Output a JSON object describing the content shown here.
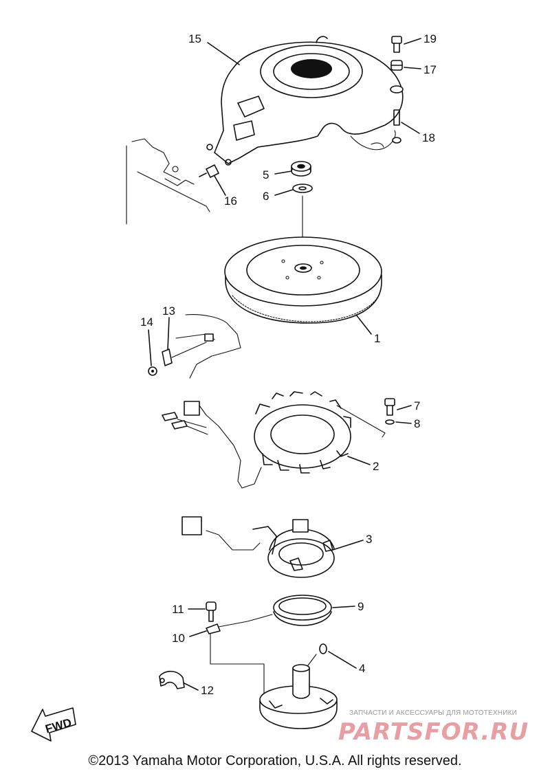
{
  "parts": [
    {
      "id": "p1",
      "label": "1"
    },
    {
      "id": "p2",
      "label": "2"
    },
    {
      "id": "p3",
      "label": "3"
    },
    {
      "id": "p4",
      "label": "4"
    },
    {
      "id": "p5",
      "label": "5"
    },
    {
      "id": "p6",
      "label": "6"
    },
    {
      "id": "p7",
      "label": "7"
    },
    {
      "id": "p8",
      "label": "8"
    },
    {
      "id": "p9",
      "label": "9"
    },
    {
      "id": "p10",
      "label": "10"
    },
    {
      "id": "p11",
      "label": "11"
    },
    {
      "id": "p12",
      "label": "12"
    },
    {
      "id": "p13",
      "label": "13"
    },
    {
      "id": "p14",
      "label": "14"
    },
    {
      "id": "p15",
      "label": "15"
    },
    {
      "id": "p16",
      "label": "16"
    },
    {
      "id": "p17",
      "label": "17"
    },
    {
      "id": "p18",
      "label": "18"
    },
    {
      "id": "p19",
      "label": "19"
    }
  ],
  "fwd_label": "FWD",
  "watermark": {
    "tagline": "ЗАПЧАСТИ И АКСЕССУАРЫ ДЛЯ МОТОТЕХНИКИ",
    "logo": "PARTSFOR.RU"
  },
  "copyright": "©2013 Yamaha Motor Corporation, U.S.A. All rights reserved."
}
